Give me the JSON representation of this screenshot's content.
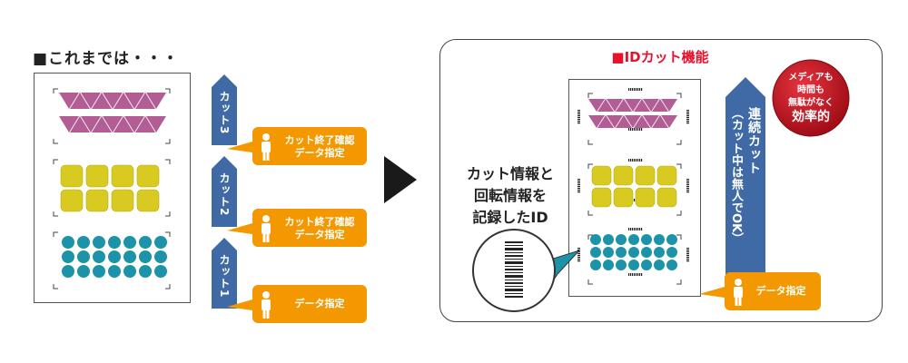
{
  "before": {
    "heading": "■これまでは・・・",
    "cut_labels": [
      "カット3",
      "カット2",
      "カット1"
    ],
    "bubble_confirm_line1": "カット終了確認",
    "bubble_confirm_line2": "データ指定",
    "bubble_data_designation": "データ指定"
  },
  "after": {
    "title": "■IDカット機能",
    "callout_lines": [
      "カット情報と",
      "回転情報を",
      "記録したID"
    ],
    "continuous_cut_main": "連続カット",
    "continuous_cut_sub": "（カット中は無人でOK）",
    "bubble_data_designation": "データ指定",
    "badge_line1": "メディアも",
    "badge_line2": "時間も",
    "badge_line3": "無駄がなく",
    "badge_line4": "効率的"
  },
  "colors": {
    "triangle": "#b25d94",
    "square": "#d9ca22",
    "circle": "#1c93a8",
    "arrow_blue": "#3f6aa6",
    "bubble_orange": "#f39800",
    "title_red": "#e8112d",
    "badge_red": "#c6101d",
    "play_arrow": "#1a1a1a"
  },
  "icons": {
    "person": "person-icon",
    "barcode": "barcode-icon",
    "transition": "play-arrow-icon"
  }
}
